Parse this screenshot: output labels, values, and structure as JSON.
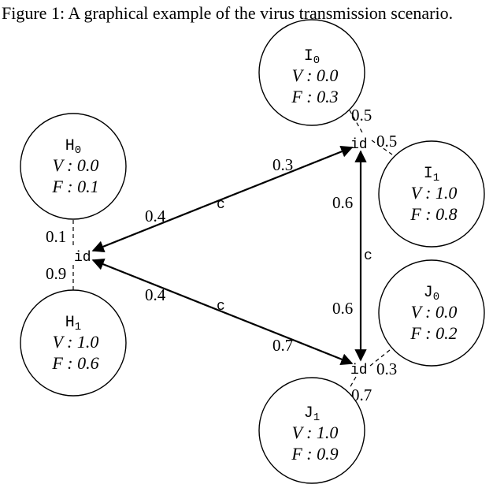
{
  "caption": "Figure 1: A graphical example of the virus transmission scenario.",
  "id_label": "id",
  "nodes": {
    "I0": {
      "name": "I",
      "sub": "0",
      "V": "V : 0.0",
      "F": "F : 0.3"
    },
    "I1": {
      "name": "I",
      "sub": "1",
      "V": "V : 1.0",
      "F": "F : 0.8"
    },
    "H0": {
      "name": "H",
      "sub": "0",
      "V": "V : 0.0",
      "F": "F : 0.1"
    },
    "H1": {
      "name": "H",
      "sub": "1",
      "V": "V : 1.0",
      "F": "F : 0.6"
    },
    "J0": {
      "name": "J",
      "sub": "0",
      "V": "V : 0.0",
      "F": "F : 0.2"
    },
    "J1": {
      "name": "J",
      "sub": "1",
      "V": "V : 1.0",
      "F": "F : 0.9"
    }
  },
  "tie_weights": {
    "I0": "0.5",
    "I1": "0.5",
    "H0": "0.1",
    "H1": "0.9",
    "J0": "0.3",
    "J1": "0.7"
  },
  "connections": {
    "HI": {
      "label": "c",
      "w_H": "0.4",
      "w_I": "0.3"
    },
    "HJ": {
      "label": "c",
      "w_H": "0.4",
      "w_J": "0.7"
    },
    "IJ": {
      "label": "c",
      "w_I": "0.6",
      "w_J": "0.6"
    }
  }
}
